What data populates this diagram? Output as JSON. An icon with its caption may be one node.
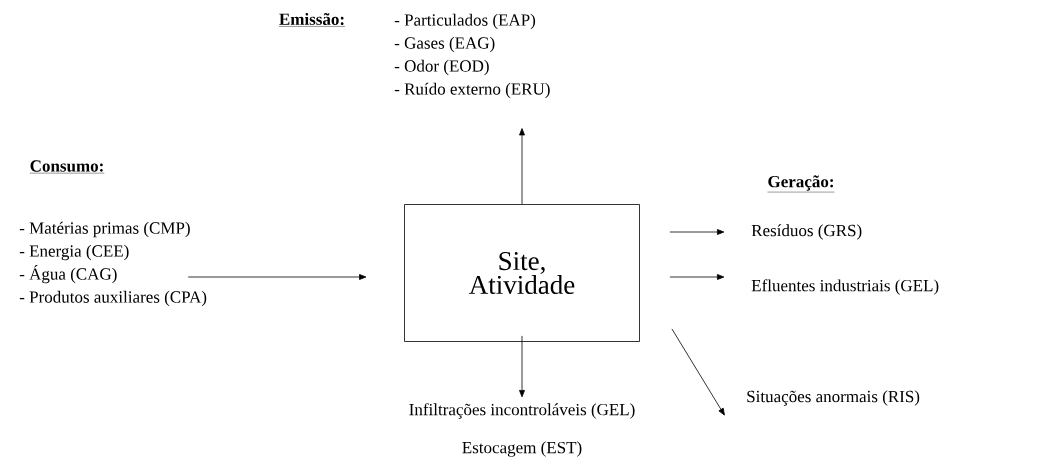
{
  "diagram": {
    "nodes": [
      {
        "text": [
          "Site, Atividade"
        ]
      },
      {
        "text": [
          "- Matérias primas (CMP)",
          "- Energia (CEE)",
          "- Água (CAG)",
          "- Produtos auxiliares (CPA)"
        ]
      },
      {
        "text": [
          "- Particulados (EAP)",
          "- Gases (EAG)",
          "- Odor (EOD)",
          "- Ruído externo (ERU)"
        ]
      },
      {
        "text": [
          "Resíduos (GRS)"
        ]
      },
      {
        "text": [
          "Efluentes industriais (GEL)"
        ]
      },
      {
        "text": [
          "Situações anormais (RIS)"
        ]
      },
      {
        "text": [
          "Infiltrações incontroláveis (GEL)",
          "Estocagem (EST)"
        ]
      }
    ],
    "edges": [
      {
        "from": 1,
        "to": 0,
        "arrow": "to"
      },
      {
        "from": 0,
        "to": 2,
        "arrow": "to"
      },
      {
        "from": 0,
        "to": 3,
        "arrow": "to"
      },
      {
        "from": 0,
        "to": 4,
        "arrow": "to"
      },
      {
        "from": 0,
        "to": 5,
        "arrow": "to"
      },
      {
        "from": 0,
        "to": 6,
        "arrow": "to"
      }
    ],
    "labels": [
      "Emissão:",
      "Consumo:",
      "Geração:"
    ]
  }
}
